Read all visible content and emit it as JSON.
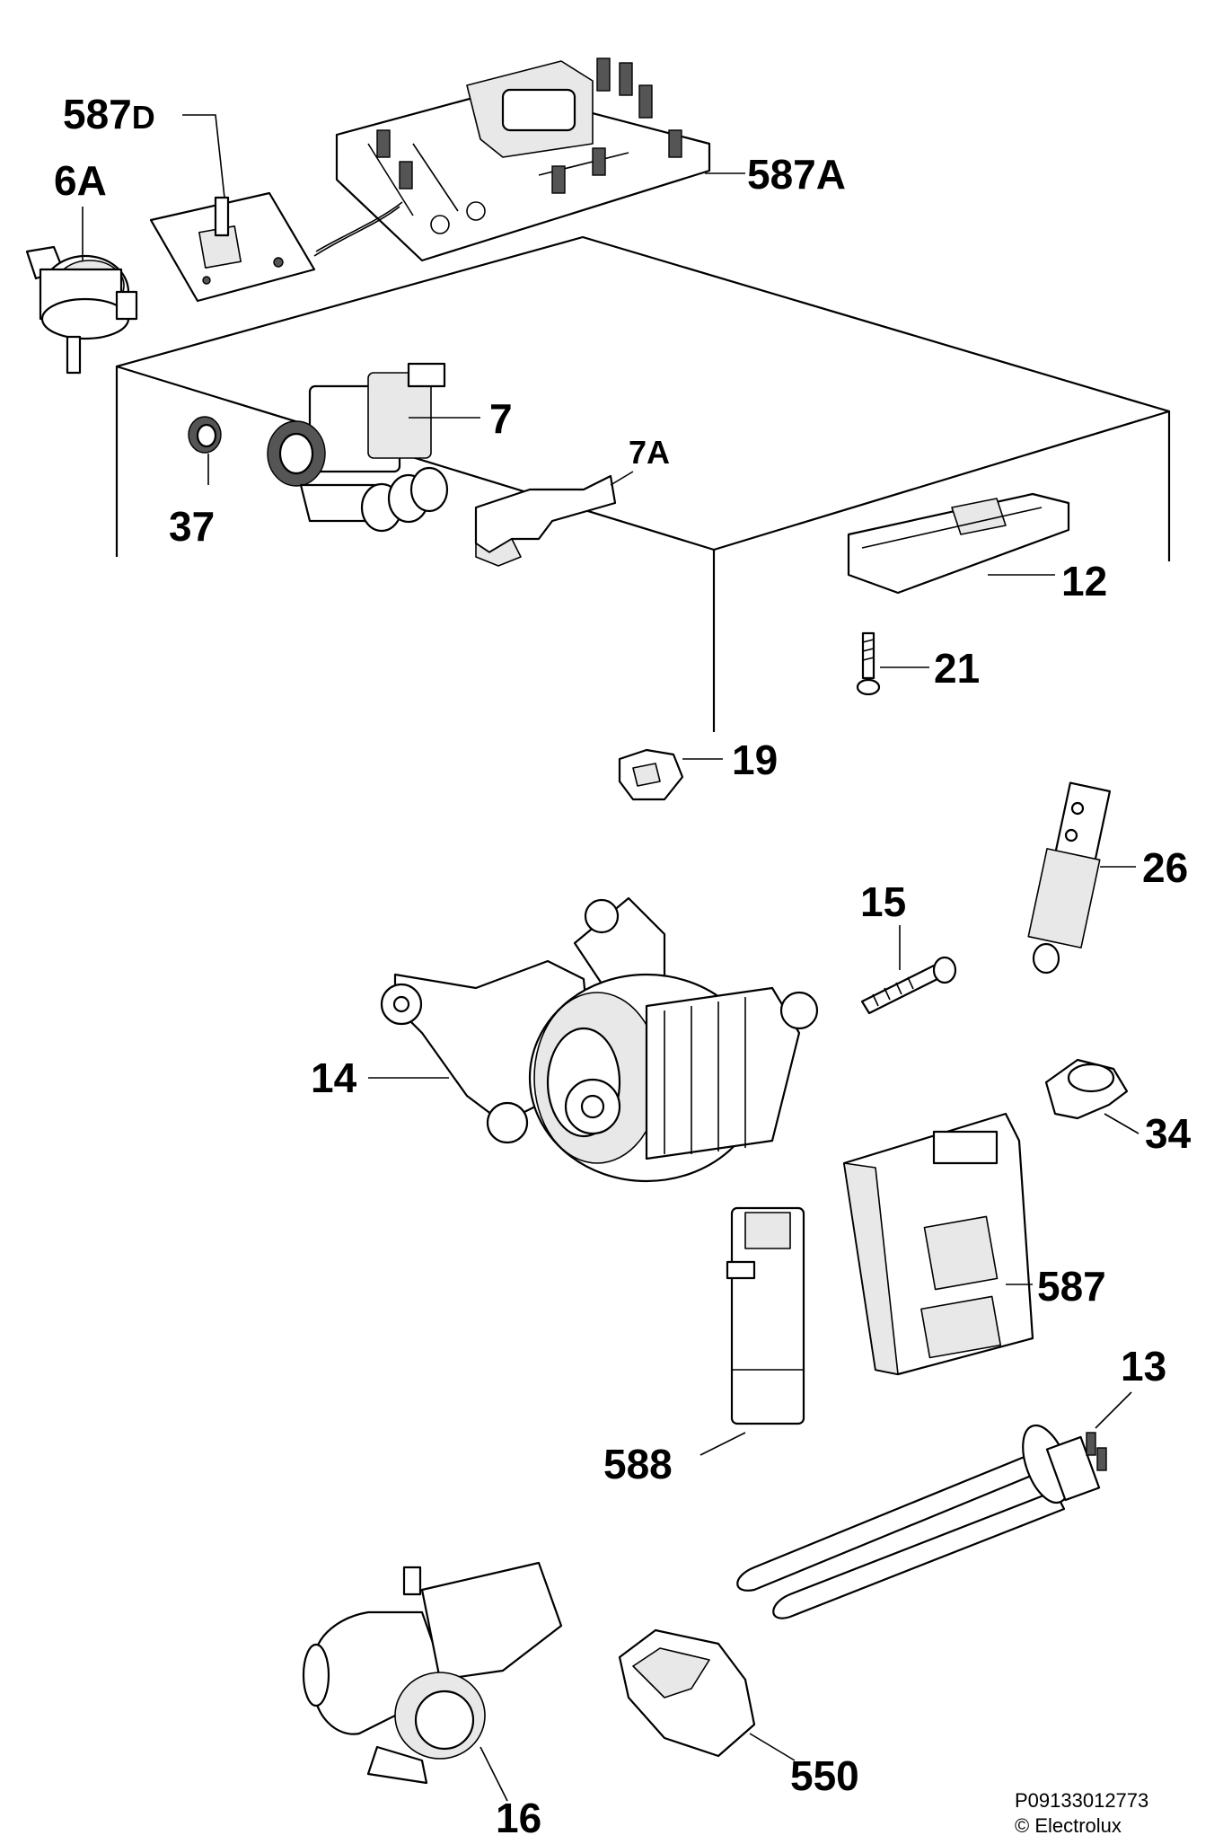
{
  "parts": {
    "p587D": {
      "number": "587",
      "suffix": "D"
    },
    "p587A": "587A",
    "p6A": "6A",
    "p7": "7",
    "p7A": "7A",
    "p37": "37",
    "p12": "12",
    "p21": "21",
    "p19": "19",
    "p26": "26",
    "p15": "15",
    "p14": "14",
    "p34": "34",
    "p587": "587",
    "p13": "13",
    "p588": "588",
    "p550": "550",
    "p16": "16"
  },
  "footer": {
    "code": "P09133012773",
    "copyright": "© Electrolux"
  }
}
